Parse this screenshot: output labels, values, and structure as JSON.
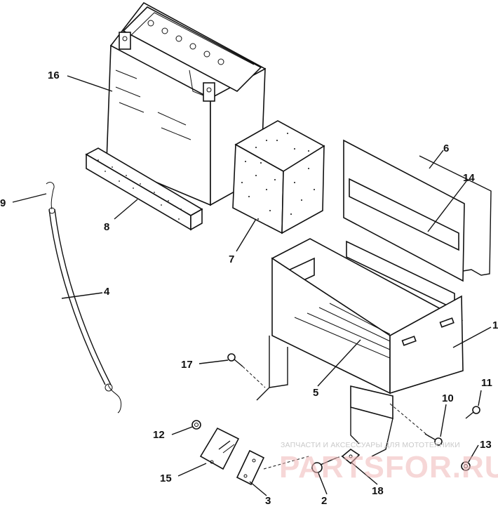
{
  "parts": [
    {
      "id": "p1",
      "label": "1"
    },
    {
      "id": "p2",
      "label": "2"
    },
    {
      "id": "p3",
      "label": "3"
    },
    {
      "id": "p4",
      "label": "4"
    },
    {
      "id": "p5",
      "label": "5"
    },
    {
      "id": "p6",
      "label": "6"
    },
    {
      "id": "p7",
      "label": "7"
    },
    {
      "id": "p8",
      "label": "8"
    },
    {
      "id": "p9",
      "label": "9"
    },
    {
      "id": "p10",
      "label": "10"
    },
    {
      "id": "p11",
      "label": "11"
    },
    {
      "id": "p12",
      "label": "12"
    },
    {
      "id": "p13",
      "label": "13"
    },
    {
      "id": "p14",
      "label": "14"
    },
    {
      "id": "p15",
      "label": "15"
    },
    {
      "id": "p16",
      "label": "16"
    },
    {
      "id": "p17",
      "label": "17"
    },
    {
      "id": "p18",
      "label": "18"
    }
  ],
  "watermark": {
    "caption": "ЗАПЧАСТИ И АКСЕССУАРЫ ДЛЯ МОТОТЕХНИКИ",
    "logo": "PARTSFOR.RU"
  }
}
